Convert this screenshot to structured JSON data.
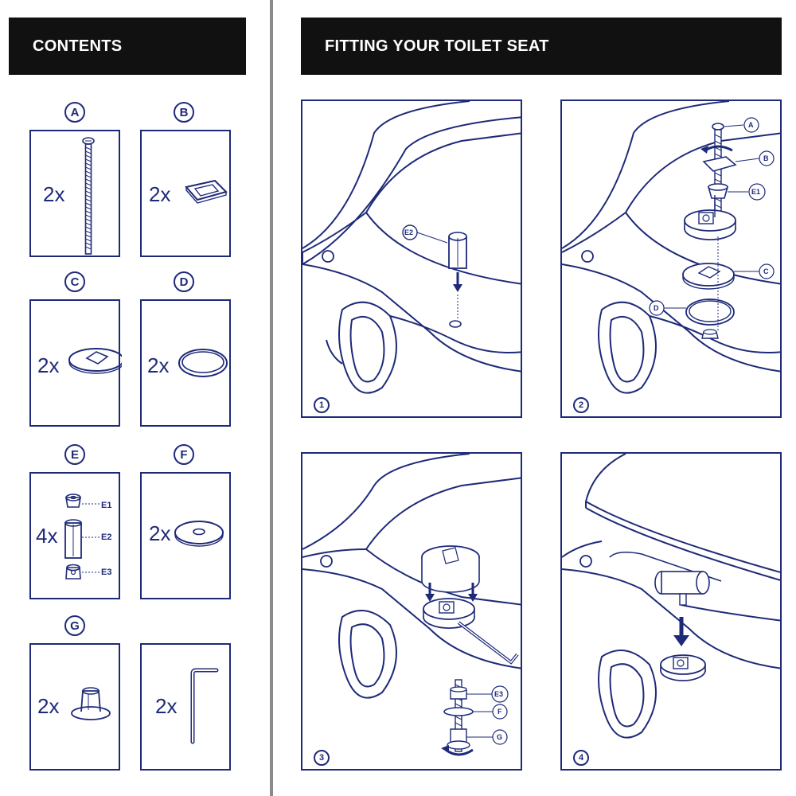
{
  "headers": {
    "contents": "CONTENTS",
    "fitting": "FITTING YOUR TOILET SEAT"
  },
  "contents": {
    "A": {
      "letter": "A",
      "qty": "2x",
      "icon": "bolt-icon"
    },
    "B": {
      "letter": "B",
      "qty": "2x",
      "icon": "rectangular-washer-icon"
    },
    "C": {
      "letter": "C",
      "qty": "2x",
      "icon": "square-hole-disc-icon"
    },
    "D": {
      "letter": "D",
      "qty": "2x",
      "icon": "rubber-ring-icon"
    },
    "E": {
      "letter": "E",
      "qty": "4x",
      "icon": "expansion-plug-set-icon",
      "parts": [
        "E1",
        "E2",
        "E3"
      ]
    },
    "F": {
      "letter": "F",
      "qty": "2x",
      "icon": "flat-washer-icon"
    },
    "G": {
      "letter": "G",
      "qty": "2x",
      "icon": "flange-nut-icon"
    },
    "H": {
      "qty": "2x",
      "icon": "allen-key-icon"
    }
  },
  "steps": [
    {
      "number": "1",
      "labels": [
        "E2"
      ]
    },
    {
      "number": "2",
      "labels": [
        "A",
        "B",
        "E1",
        "C",
        "D"
      ]
    },
    {
      "number": "3",
      "labels": [
        "E3",
        "F",
        "G"
      ]
    },
    {
      "number": "4",
      "labels": []
    }
  ],
  "colors": {
    "ink": "#1e2a78",
    "header_bg": "#111111",
    "divider": "#8a8a8a"
  }
}
